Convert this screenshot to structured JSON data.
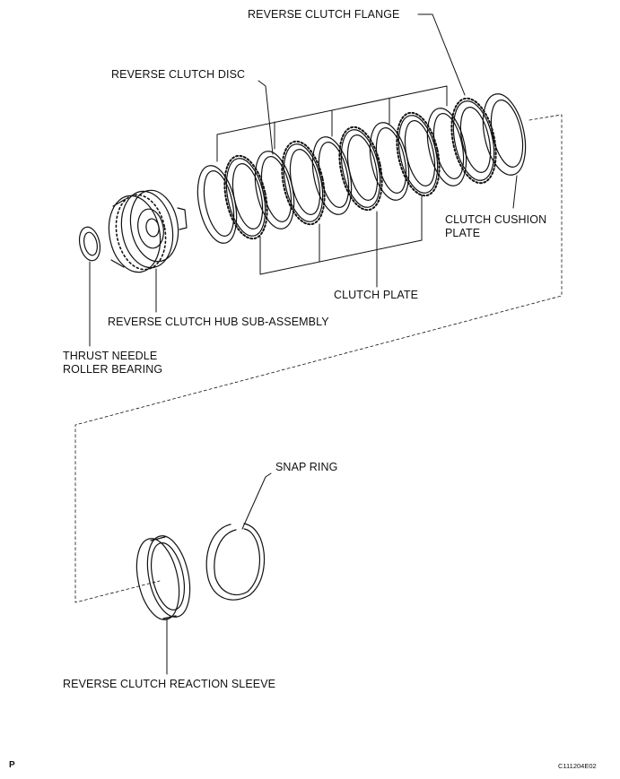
{
  "labels": {
    "reverse_clutch_flange": "REVERSE CLUTCH FLANGE",
    "reverse_clutch_disc": "REVERSE CLUTCH DISC",
    "clutch_cushion_plate": [
      "CLUTCH CUSHION",
      "PLATE"
    ],
    "clutch_plate": "CLUTCH PLATE",
    "reverse_clutch_hub": "REVERSE CLUTCH HUB SUB-ASSEMBLY",
    "thrust_needle_roller_bearing": [
      "THRUST NEEDLE",
      "ROLLER BEARING"
    ],
    "snap_ring": "SNAP RING",
    "reverse_clutch_reaction_sleeve": "REVERSE CLUTCH REACTION SLEEVE"
  },
  "footer": {
    "left_mark": "P",
    "figure_code": "C111204E02"
  }
}
